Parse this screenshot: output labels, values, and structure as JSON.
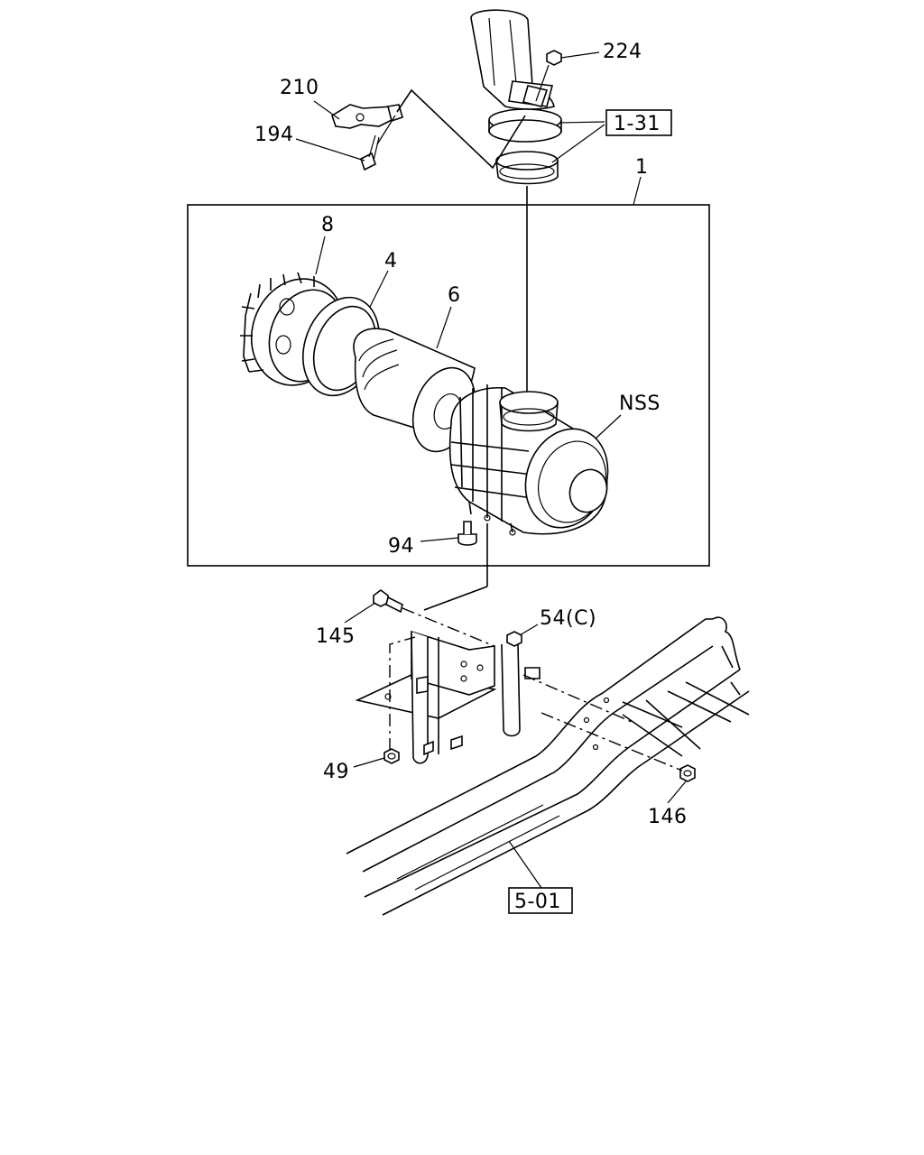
{
  "labels": {
    "p224": "224",
    "p210": "210",
    "p194": "194",
    "ref_1_31": "1-31",
    "p1": "1",
    "p8": "8",
    "p4": "4",
    "p6": "6",
    "nss": "NSS",
    "p94": "94",
    "p145": "145",
    "p54c": "54(C)",
    "p49": "49",
    "p146": "146",
    "ref_5_01": "5-01"
  }
}
